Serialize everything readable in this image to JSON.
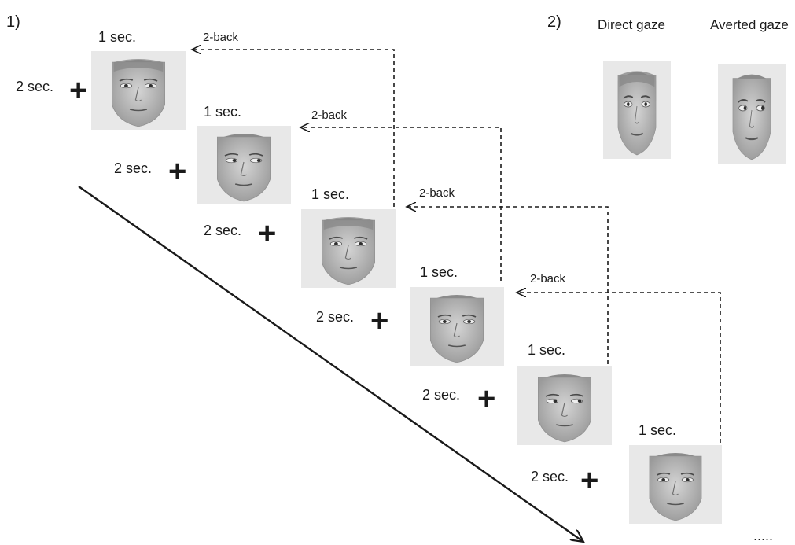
{
  "panel1": {
    "label": "1)",
    "trials": [
      {
        "duration": "1 sec.",
        "fixation_duration": "2 sec.",
        "fixation_symbol": "+",
        "face": "female",
        "gaze": "direct"
      },
      {
        "duration": "1 sec.",
        "fixation_duration": "2 sec.",
        "fixation_symbol": "+",
        "face": "male",
        "gaze": "averted"
      },
      {
        "duration": "1 sec.",
        "fixation_duration": "2 sec.",
        "fixation_symbol": "+",
        "face": "female",
        "gaze": "direct"
      },
      {
        "duration": "1 sec.",
        "fixation_duration": "2 sec.",
        "fixation_symbol": "+",
        "face": "male",
        "gaze": "direct"
      },
      {
        "duration": "1 sec.",
        "fixation_duration": "2 sec.",
        "fixation_symbol": "+",
        "face": "male",
        "gaze": "averted"
      },
      {
        "duration": "1 sec.",
        "fixation_duration": "2 sec.",
        "fixation_symbol": "+",
        "face": "male",
        "gaze": "direct"
      }
    ],
    "twoback_labels": [
      "2-back",
      "2-back",
      "2-back",
      "2-back"
    ],
    "continuation": "....."
  },
  "panel2": {
    "label": "2)",
    "examples": [
      {
        "title": "Direct gaze",
        "face": "female",
        "gaze": "direct"
      },
      {
        "title": "Averted gaze",
        "face": "male",
        "gaze": "averted"
      }
    ]
  },
  "colors": {
    "ink": "#1a1a1a",
    "card_bg": "#e8e8e8",
    "face_light": "#d4d4d4",
    "face_dark": "#9a9a9a"
  }
}
